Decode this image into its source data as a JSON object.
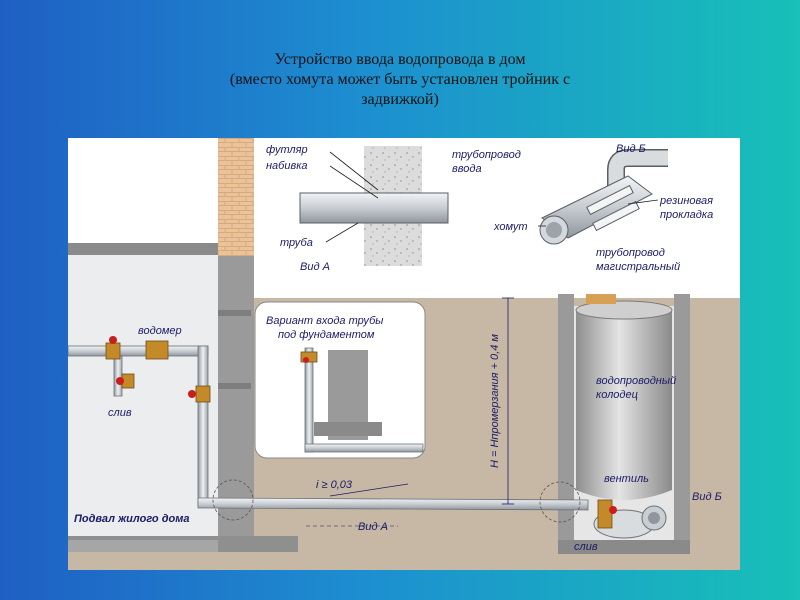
{
  "title": {
    "line1": "Устройство ввода водопровода в дом",
    "line2": "(вместо хомута может быть установлен тройник с",
    "line3": "задвижкой)"
  },
  "labels": {
    "futlyar": "футляр",
    "nabivka": "набивка",
    "truba": "труба",
    "vid_a_detail": "Вид А",
    "truboprovod_vvoda_1": "трубопровод",
    "truboprovod_vvoda_2": "ввода",
    "vid_b_detail": "Вид Б",
    "rezinovaya_1": "резиновая",
    "rezinovaya_2": "прокладка",
    "khomut": "хомут",
    "truboprovod_mag_1": "трубопровод",
    "truboprovod_mag_2": "магистральный",
    "vodomer": "водомер",
    "sliv_left": "слив",
    "variant_1": "Вариант входа трубы",
    "variant_2": "под фундаментом",
    "depth": "H = Hпромерзания + 0,4 м",
    "slope": "i ≥ 0,03",
    "kolodets_1": "водопроводный",
    "kolodets_2": "колодец",
    "ventil": "вентиль",
    "vid_b_main": "Вид Б",
    "vid_a_main": "Вид А",
    "sliv_right": "слив",
    "podval": "Подвал жилого дома"
  },
  "colors": {
    "soil": "#c6b8a5",
    "pipe": "#c8cdd2",
    "concrete": "#9c9c9c",
    "valve": "#c81e1e",
    "fitting": "#c48a2a",
    "label": "#1b1b66"
  }
}
